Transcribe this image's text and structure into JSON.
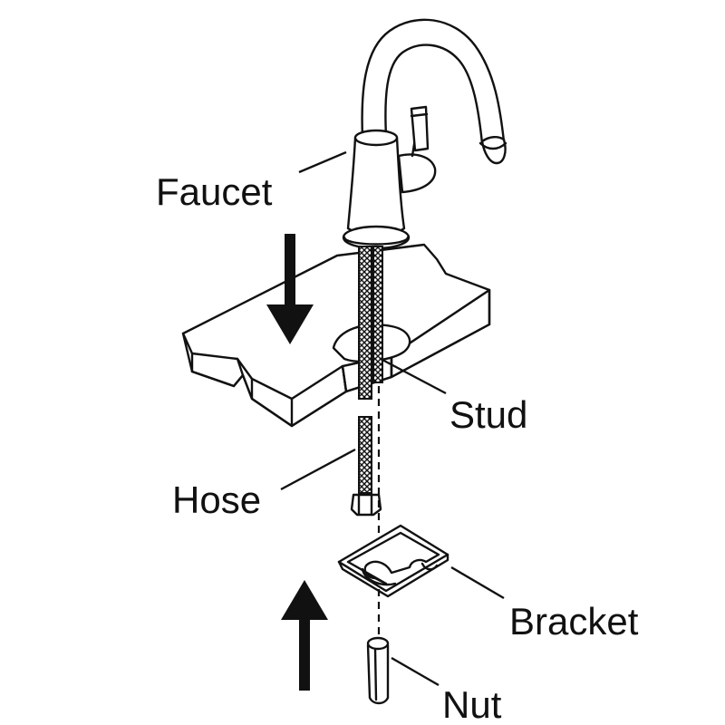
{
  "labels": {
    "faucet": "Faucet",
    "stud": "Stud",
    "hose": "Hose",
    "bracket": "Bracket",
    "nut": "Nut"
  },
  "colors": {
    "ink": "#111111",
    "background": "#ffffff"
  },
  "icons": {
    "down_arrow": "down-arrow-icon",
    "up_arrow": "up-arrow-icon"
  }
}
